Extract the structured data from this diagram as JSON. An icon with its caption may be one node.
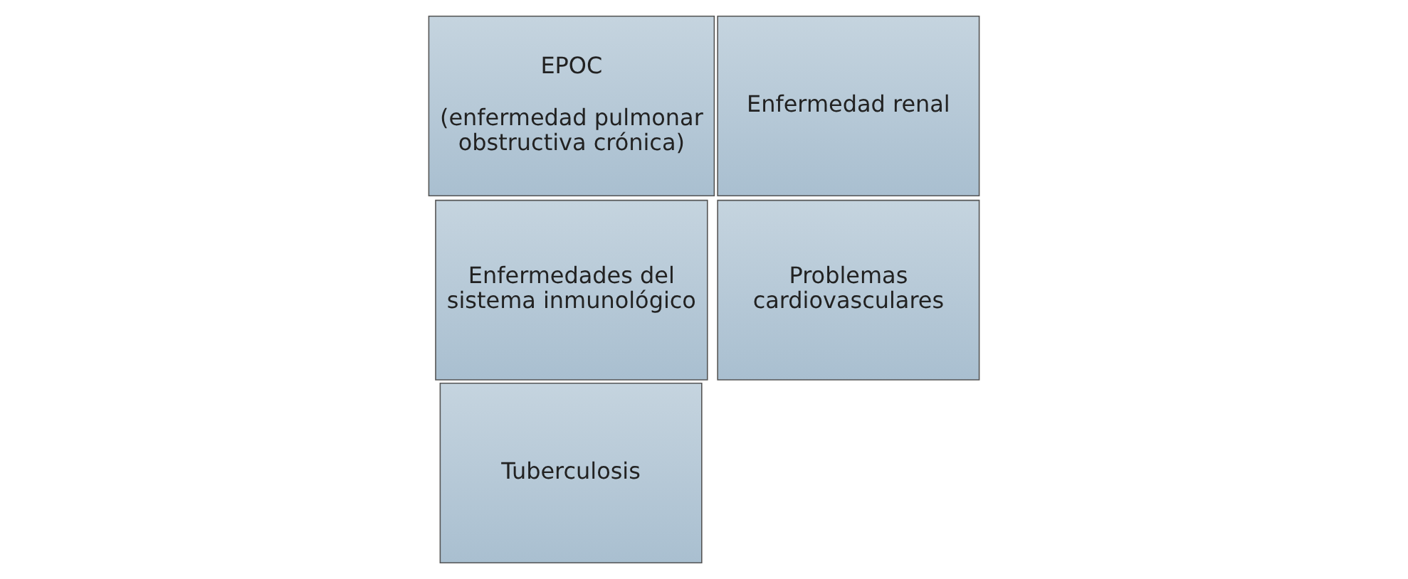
{
  "diagram": {
    "nodes": [
      {
        "text": [
          "EPOC",
          "(enfermedad pulmonar obstructiva crónica)"
        ]
      },
      {
        "text": [
          "Tuberculosis"
        ]
      },
      {
        "text": [
          "Enfermedad renal"
        ]
      },
      {
        "text": [
          "Problemas cardiovasculares"
        ]
      },
      {
        "text": [
          "Enfermedades del sistema inmunológico"
        ]
      }
    ]
  }
}
